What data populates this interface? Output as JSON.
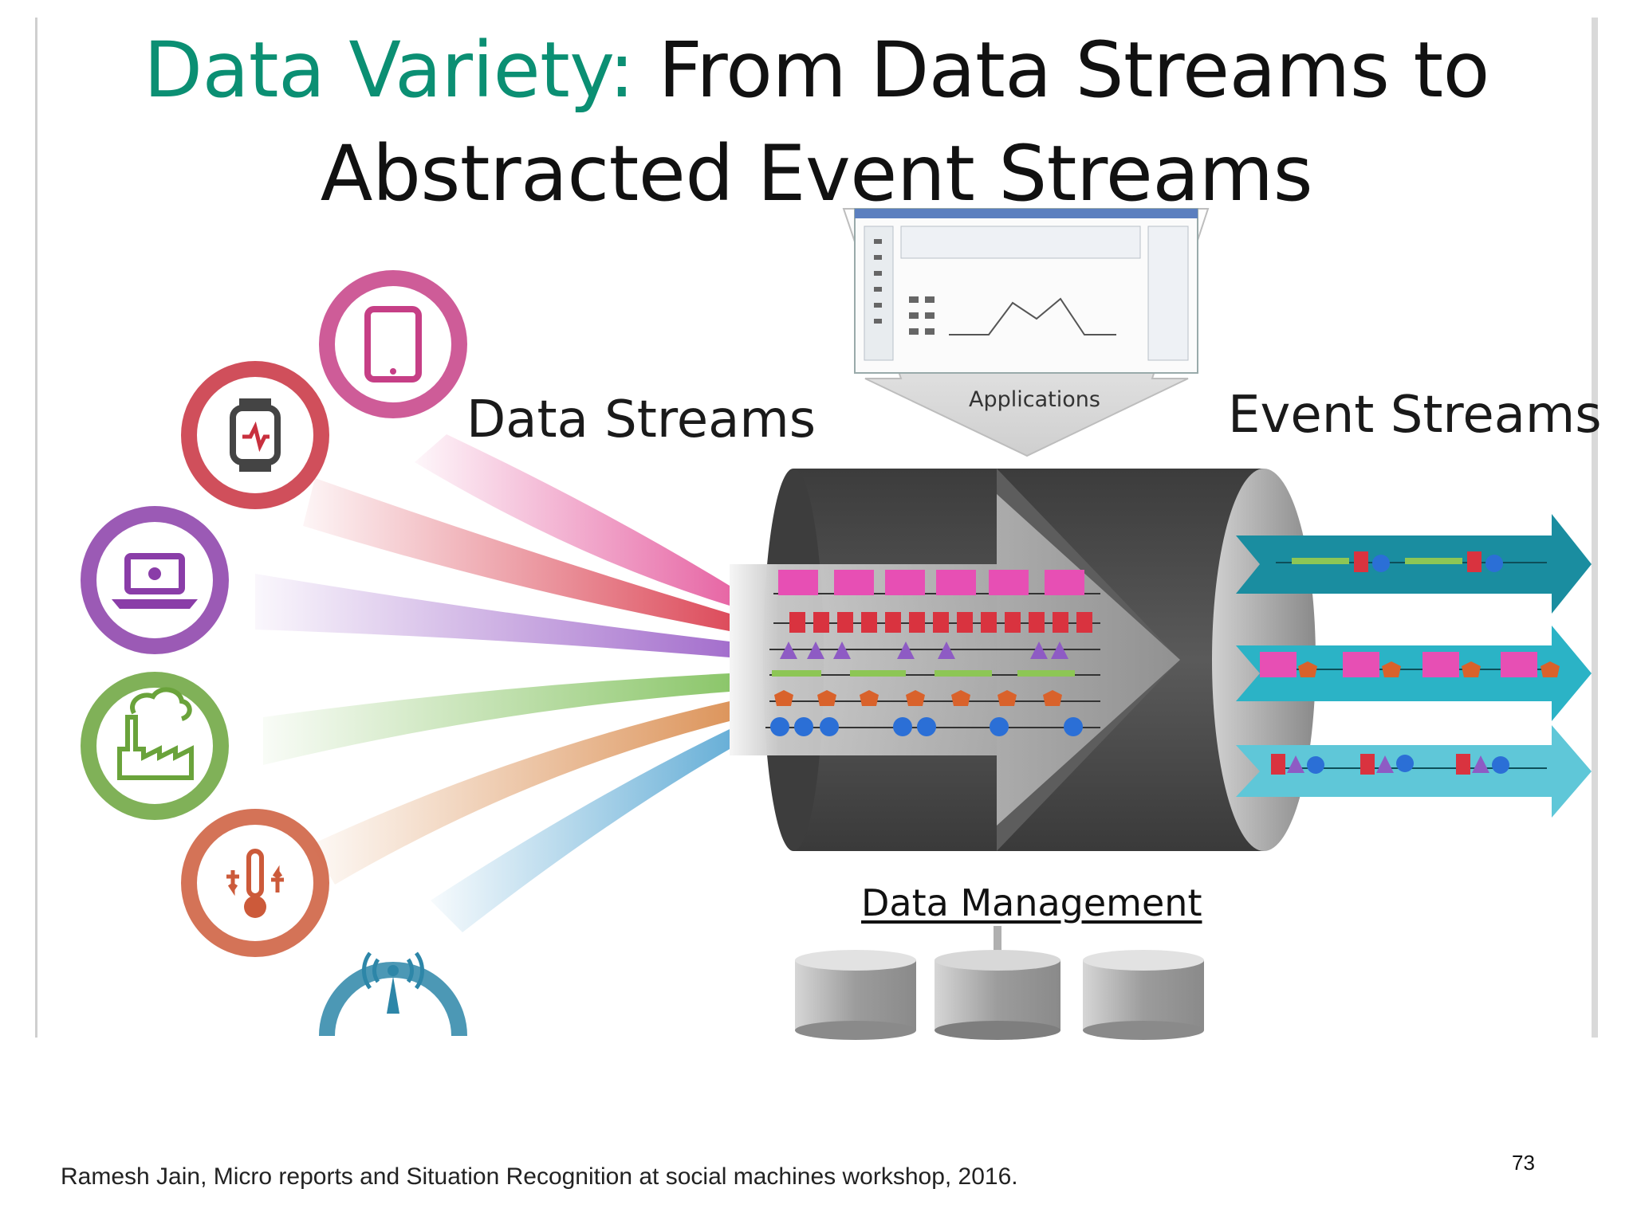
{
  "title": {
    "accent": "Data Variety:",
    "line1_rest": " From Data Streams to",
    "line2": "Abstracted Event Streams"
  },
  "labels": {
    "data_streams": "Data Streams",
    "applications": "Applications",
    "event_streams": "Event Streams",
    "data_management": "Data Management"
  },
  "sources": [
    {
      "icon": "tablet-icon",
      "color": "#c63f86"
    },
    {
      "icon": "smartwatch-icon",
      "color": "#c8303e"
    },
    {
      "icon": "laptop-icon",
      "color": "#8a3da8"
    },
    {
      "icon": "factory-icon",
      "color": "#6aa33b"
    },
    {
      "icon": "thermometer-icon",
      "color": "#cc5a3a"
    },
    {
      "icon": "antenna-icon",
      "color": "#2d86a8"
    }
  ],
  "stream_colors": [
    "#e4569b",
    "#d9394a",
    "#9a5fc7",
    "#7fc05a",
    "#d98a4b",
    "#58a7d3"
  ],
  "colors": {
    "title_accent": "#0b8f73",
    "pipe_dark": "#4a4a4a",
    "event_arrow_dark": "#1a8da0",
    "event_arrow_mid": "#2bb3c6",
    "event_arrow_light": "#5fc7d8"
  },
  "citation": "Ramesh Jain, Micro reports and Situation Recognition at social machines workshop, 2016.",
  "page_number": "73"
}
